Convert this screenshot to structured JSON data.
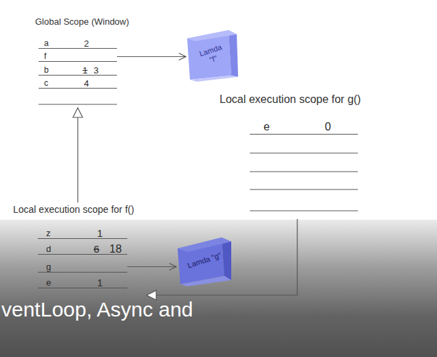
{
  "diagram": {
    "nodes": [
      {
        "text": [
          "Global Scope (Window)"
        ]
      },
      {
        "text": [
          "a",
          "2"
        ],
        "in": 0
      },
      {
        "text": [
          "f"
        ],
        "in": 0
      },
      {
        "text": [
          "b",
          "1",
          "3"
        ],
        "in": 0
      },
      {
        "text": [
          "c",
          "4"
        ],
        "in": 0
      },
      {
        "text": [
          "Lamda \"f\""
        ]
      },
      {
        "text": [
          "Local execution scope for g()"
        ]
      },
      {
        "text": [
          "e",
          "0"
        ],
        "in": 6
      },
      {
        "text": [
          "Local execution scope for f()"
        ]
      },
      {
        "text": [
          "z",
          "1"
        ],
        "in": 8
      },
      {
        "text": [
          "d",
          "6",
          "18"
        ],
        "in": 8
      },
      {
        "text": [
          "g"
        ],
        "in": 8
      },
      {
        "text": [
          "e",
          "1"
        ],
        "in": 8
      },
      {
        "text": [
          "Lamda \"g\""
        ]
      }
    ],
    "edges": [
      {
        "from": 2,
        "to": 5,
        "arrow": "to"
      },
      {
        "from": 8,
        "to": 0,
        "arrow": "to"
      },
      {
        "from": 6,
        "to": 8,
        "arrow": "to"
      },
      {
        "from": 11,
        "to": 13,
        "arrow": "to"
      }
    ],
    "labels": [
      "ventLoop, Async and"
    ]
  }
}
